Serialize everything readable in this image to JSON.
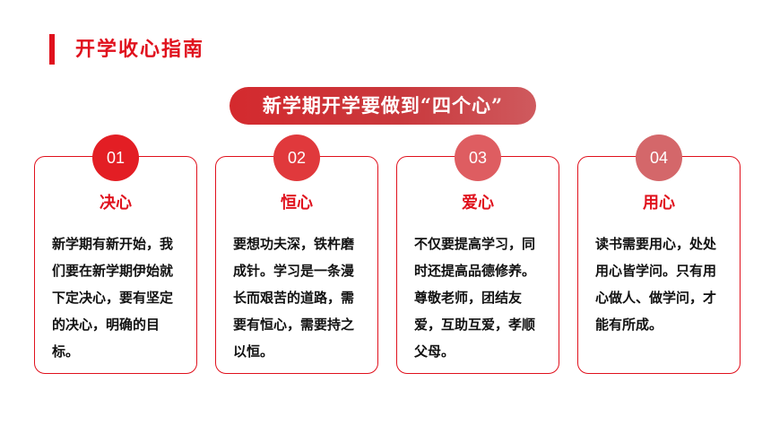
{
  "page": {
    "title": "开学收心指南",
    "banner": "新学期开学要做到“四个心”"
  },
  "colors": {
    "accent": "#e0111d",
    "badge_1": "#e31e24",
    "badge_2": "#e0393c",
    "badge_3": "#de5d61",
    "badge_4": "#d4676a"
  },
  "cards": [
    {
      "number": "01",
      "heading": "决心",
      "text": "新学期有新开始，我们要在新学期伊始就下定决心，要有坚定的决心，明确的目标。"
    },
    {
      "number": "02",
      "heading": "恒心",
      "text": "要想功夫深，铁杵磨成针。学习是一条漫长而艰苦的道路，需要有恒心，需要持之以恒。"
    },
    {
      "number": "03",
      "heading": "爱心",
      "text": "不仅要提高学习，同时还提高品德修养。尊敬老师，团结友爱，互助互爱，孝顺父母。"
    },
    {
      "number": "04",
      "heading": "用心",
      "text": "读书需要用心，处处用心皆学问。只有用心做人、做学问，才能有所成。"
    }
  ]
}
